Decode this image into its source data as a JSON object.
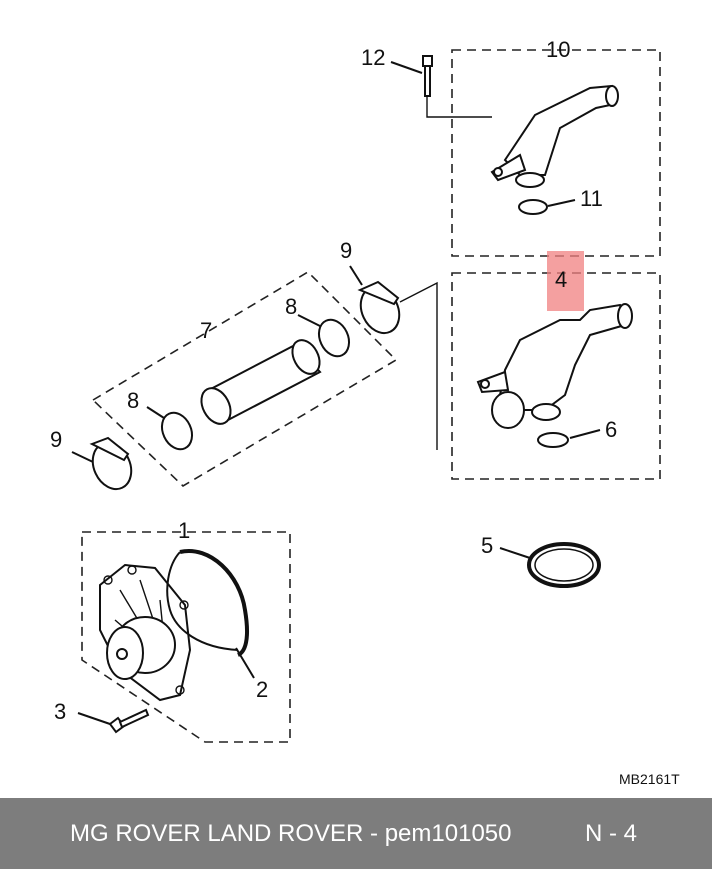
{
  "callouts": {
    "c1": "1",
    "c2": "2",
    "c3": "3",
    "c4": "4",
    "c5": "5",
    "c6": "6",
    "c7": "7",
    "c8a": "8",
    "c8b": "8",
    "c9a": "9",
    "c9b": "9",
    "c10": "10",
    "c11": "11",
    "c12": "12"
  },
  "highlight_color": "#f08080",
  "diagram_code": "MB2161T",
  "footer": {
    "title": "MG ROVER LAND ROVER - pem101050",
    "page": "N - 4"
  }
}
